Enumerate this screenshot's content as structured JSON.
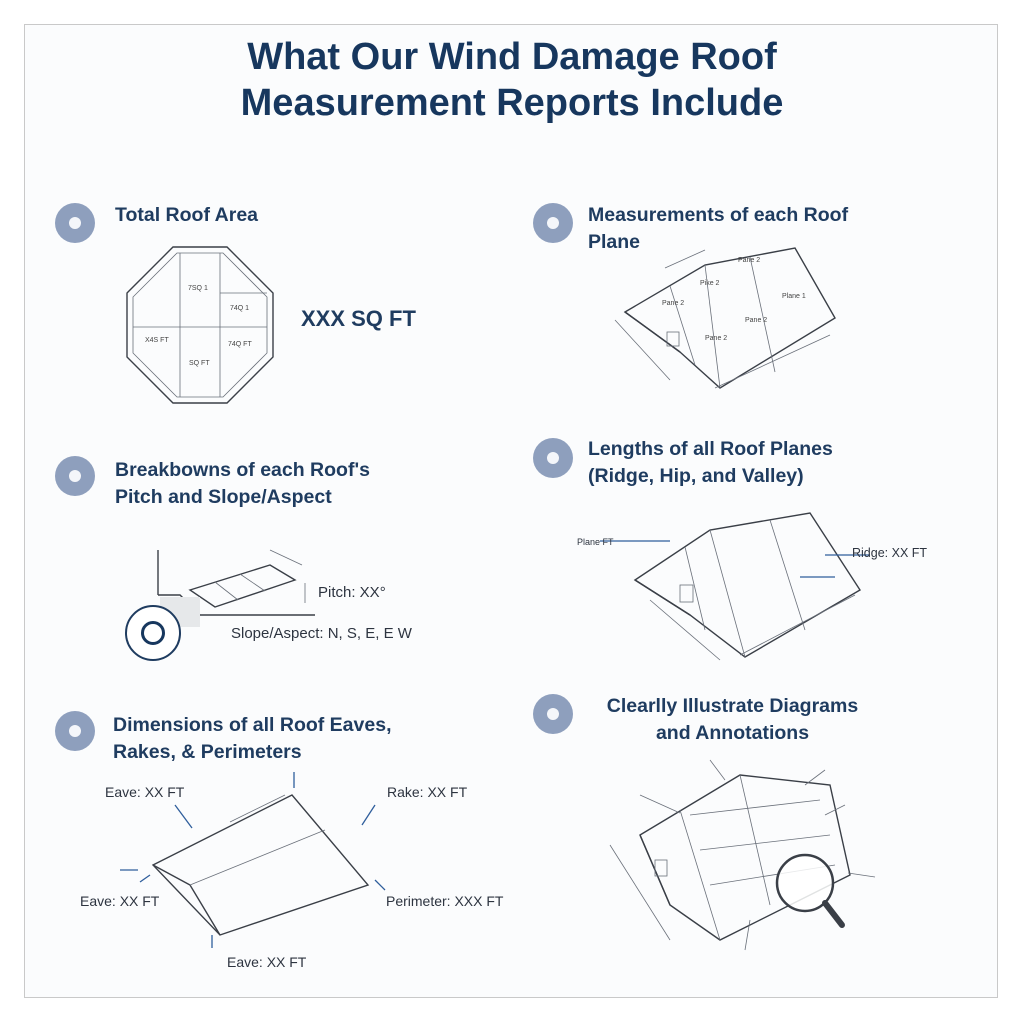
{
  "title": {
    "line1": "What Our Wind Damage Roof",
    "line2": "Measurement Reports Include"
  },
  "sections": {
    "total_area": {
      "heading": "Total Roof Area",
      "value": "XXX SQ FT",
      "cells": [
        "7SQ 1",
        "74Q 1",
        "X4S FT",
        "74Q FT",
        "SQ FT"
      ]
    },
    "planes": {
      "heading_line1": "Measurements of each Roof",
      "heading_line2": "Plane",
      "cells": [
        "Pane 2",
        "Pike 2",
        "Pane 2",
        "Plane 1",
        "Pane 2",
        "Pane 2"
      ]
    },
    "pitch": {
      "heading_line1": "Breakbowns of each Roof's",
      "heading_line2": "Pitch and Slope/Aspect",
      "pitch_label": "Pitch: XX°",
      "slope_label": "Slope/Aspect: N, S, E, E W"
    },
    "lengths": {
      "heading_line1": "Lengths of all Roof Planes",
      "heading_line2": "(Ridge, Hip, and Valley)",
      "ridge_label": "Ridge: XX FT",
      "left_label": "Plane FT"
    },
    "eaves": {
      "heading_line1": "Dimensions of all Roof Eaves,",
      "heading_line2": "Rakes, & Perimeters",
      "eave_top": "Eave: XX FT",
      "rake": "Rake: XX FT",
      "eave_left": "Eave: XX FT",
      "perimeter": "Perimeter: XXX FT",
      "eave_bottom": "Eave: XX FT"
    },
    "diagrams": {
      "heading_line1": "Clearlly Illustrate Diagrams",
      "heading_line2": "and Annotations"
    }
  },
  "colors": {
    "title": "#17375e",
    "bullet": "#8e9fbd",
    "arrow": "#2f5e9c"
  }
}
